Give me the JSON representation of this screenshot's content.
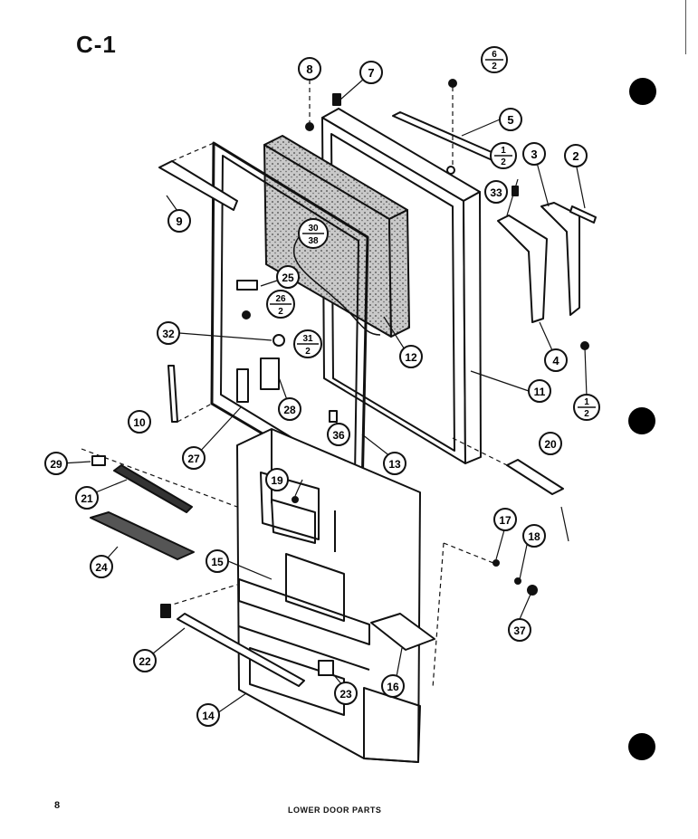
{
  "header": {
    "code": "C-1"
  },
  "footer": {
    "page_number": "8",
    "caption": "LOWER DOOR PARTS"
  },
  "callouts": {
    "c1": "1",
    "c2": "2",
    "c3": "3",
    "c4": "4",
    "c5": "5",
    "c6": "6",
    "c7": "7",
    "c8": "8",
    "c9": "9",
    "c10": "10",
    "c11": "11",
    "c12": "12",
    "c13": "13",
    "c14": "14",
    "c15": "15",
    "c16": "16",
    "c17": "17",
    "c18": "18",
    "c19": "19",
    "c20": "20",
    "c21": "21",
    "c22": "22",
    "c23": "23",
    "c24": "24",
    "c25": "25",
    "c26": "26",
    "c27": "27",
    "c28": "28",
    "c29": "29",
    "c32": "32",
    "c33": "33",
    "c36": "36",
    "c37": "37"
  },
  "fractions": {
    "f6": {
      "num": "6",
      "den": "2"
    },
    "f1a": {
      "num": "1",
      "den": "2"
    },
    "f1b": {
      "num": "1",
      "den": "2"
    },
    "f26": {
      "num": "26",
      "den": "2"
    },
    "f31": {
      "num": "31",
      "den": "2"
    },
    "f30": {
      "num": "30",
      "den": "38"
    }
  },
  "colors": {
    "ink": "#111111",
    "paper": "#ffffff",
    "shade": "#7a7a7a"
  }
}
